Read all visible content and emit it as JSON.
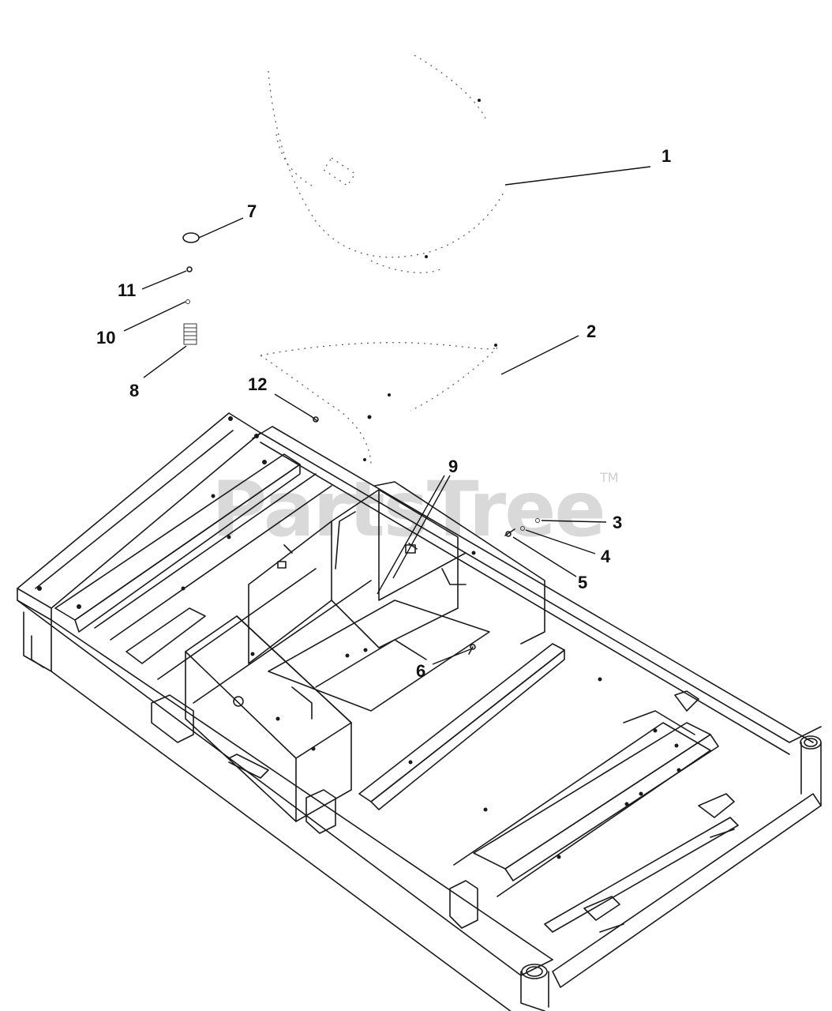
{
  "watermark": {
    "brand": "PartsTree",
    "trademark": "TM"
  },
  "callouts": [
    {
      "id": "c1",
      "label": "1"
    },
    {
      "id": "c2",
      "label": "2"
    },
    {
      "id": "c3",
      "label": "3"
    },
    {
      "id": "c4",
      "label": "4"
    },
    {
      "id": "c5",
      "label": "5"
    },
    {
      "id": "c6",
      "label": "6"
    },
    {
      "id": "c7",
      "label": "7"
    },
    {
      "id": "c8",
      "label": "8"
    },
    {
      "id": "c9",
      "label": "9"
    },
    {
      "id": "c10",
      "label": "10"
    },
    {
      "id": "c11",
      "label": "11"
    },
    {
      "id": "c12",
      "label": "12"
    }
  ]
}
